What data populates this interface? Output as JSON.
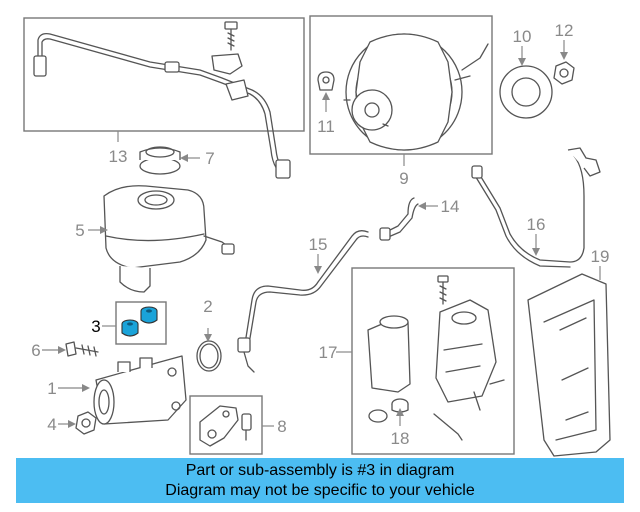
{
  "diagram": {
    "callouts": {
      "c1": "1",
      "c2": "2",
      "c3": "3",
      "c4": "4",
      "c5": "5",
      "c6": "6",
      "c7": "7",
      "c8": "8",
      "c9": "9",
      "c10": "10",
      "c11": "11",
      "c12": "12",
      "c13": "13",
      "c14": "14",
      "c15": "15",
      "c16": "16",
      "c17": "17",
      "c18": "18",
      "c19": "19"
    },
    "highlight_color": "#1aa3d9"
  },
  "banner": {
    "line1": "Part or sub-assembly is #3 in diagram",
    "line2": "Diagram may not be specific to your vehicle",
    "background": "#4cbdf2"
  }
}
